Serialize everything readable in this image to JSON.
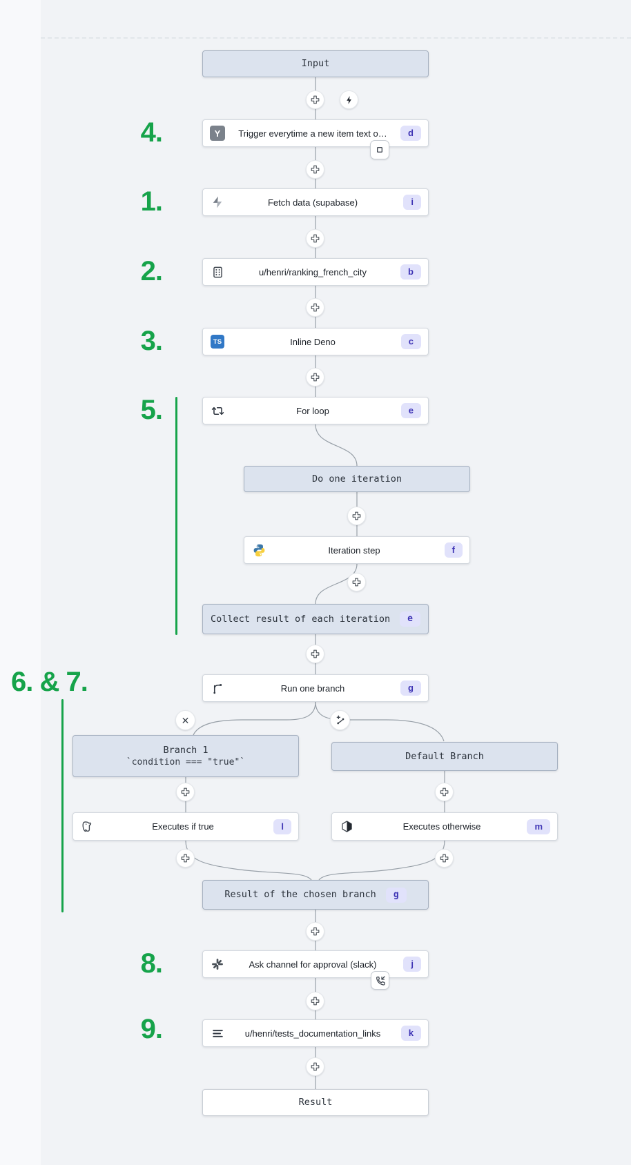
{
  "flow": {
    "nodes": {
      "input": {
        "label": "Input"
      },
      "trigger": {
        "label": "Trigger everytime a new item text o…",
        "badge": "d"
      },
      "fetch": {
        "label": "Fetch data (supabase)",
        "badge": "i"
      },
      "ranking": {
        "label": "u/henri/ranking_french_city",
        "badge": "b"
      },
      "deno": {
        "label": "Inline Deno",
        "badge": "c"
      },
      "forloop": {
        "label": "For loop",
        "badge": "e"
      },
      "do_iteration": {
        "label": "Do one iteration"
      },
      "iteration_step": {
        "label": "Iteration step",
        "badge": "f"
      },
      "collect": {
        "label": "Collect result of each iteration",
        "badge": "e"
      },
      "run_branch": {
        "label": "Run one branch",
        "badge": "g"
      },
      "branch1": {
        "title": "Branch 1",
        "subtitle": "`condition === \"true\"`"
      },
      "default_branch": {
        "label": "Default Branch"
      },
      "exec_true": {
        "label": "Executes if true",
        "badge": "l"
      },
      "exec_otherwise": {
        "label": "Executes otherwise",
        "badge": "m"
      },
      "chosen_result": {
        "label": "Result of the chosen branch",
        "badge": "g"
      },
      "slack_approval": {
        "label": "Ask channel for approval (slack)",
        "badge": "j"
      },
      "docs_links": {
        "label": "u/henri/tests_documentation_links",
        "badge": "k"
      },
      "result": {
        "label": "Result"
      }
    },
    "annotations": {
      "a4": "4.",
      "a1": "1.",
      "a2": "2.",
      "a3": "3.",
      "a5": "5.",
      "a67": "6. & 7.",
      "a8": "8.",
      "a9": "9."
    },
    "icons": {
      "trigger_glyph": "Y",
      "typescript_glyph": "TS",
      "close_glyph": "✕"
    },
    "colors": {
      "annotation_green": "#16a34a",
      "badge_bg": "#e1e2fb",
      "badge_text": "#3f35b5",
      "virtual_node_bg": "#dce3ee"
    }
  }
}
